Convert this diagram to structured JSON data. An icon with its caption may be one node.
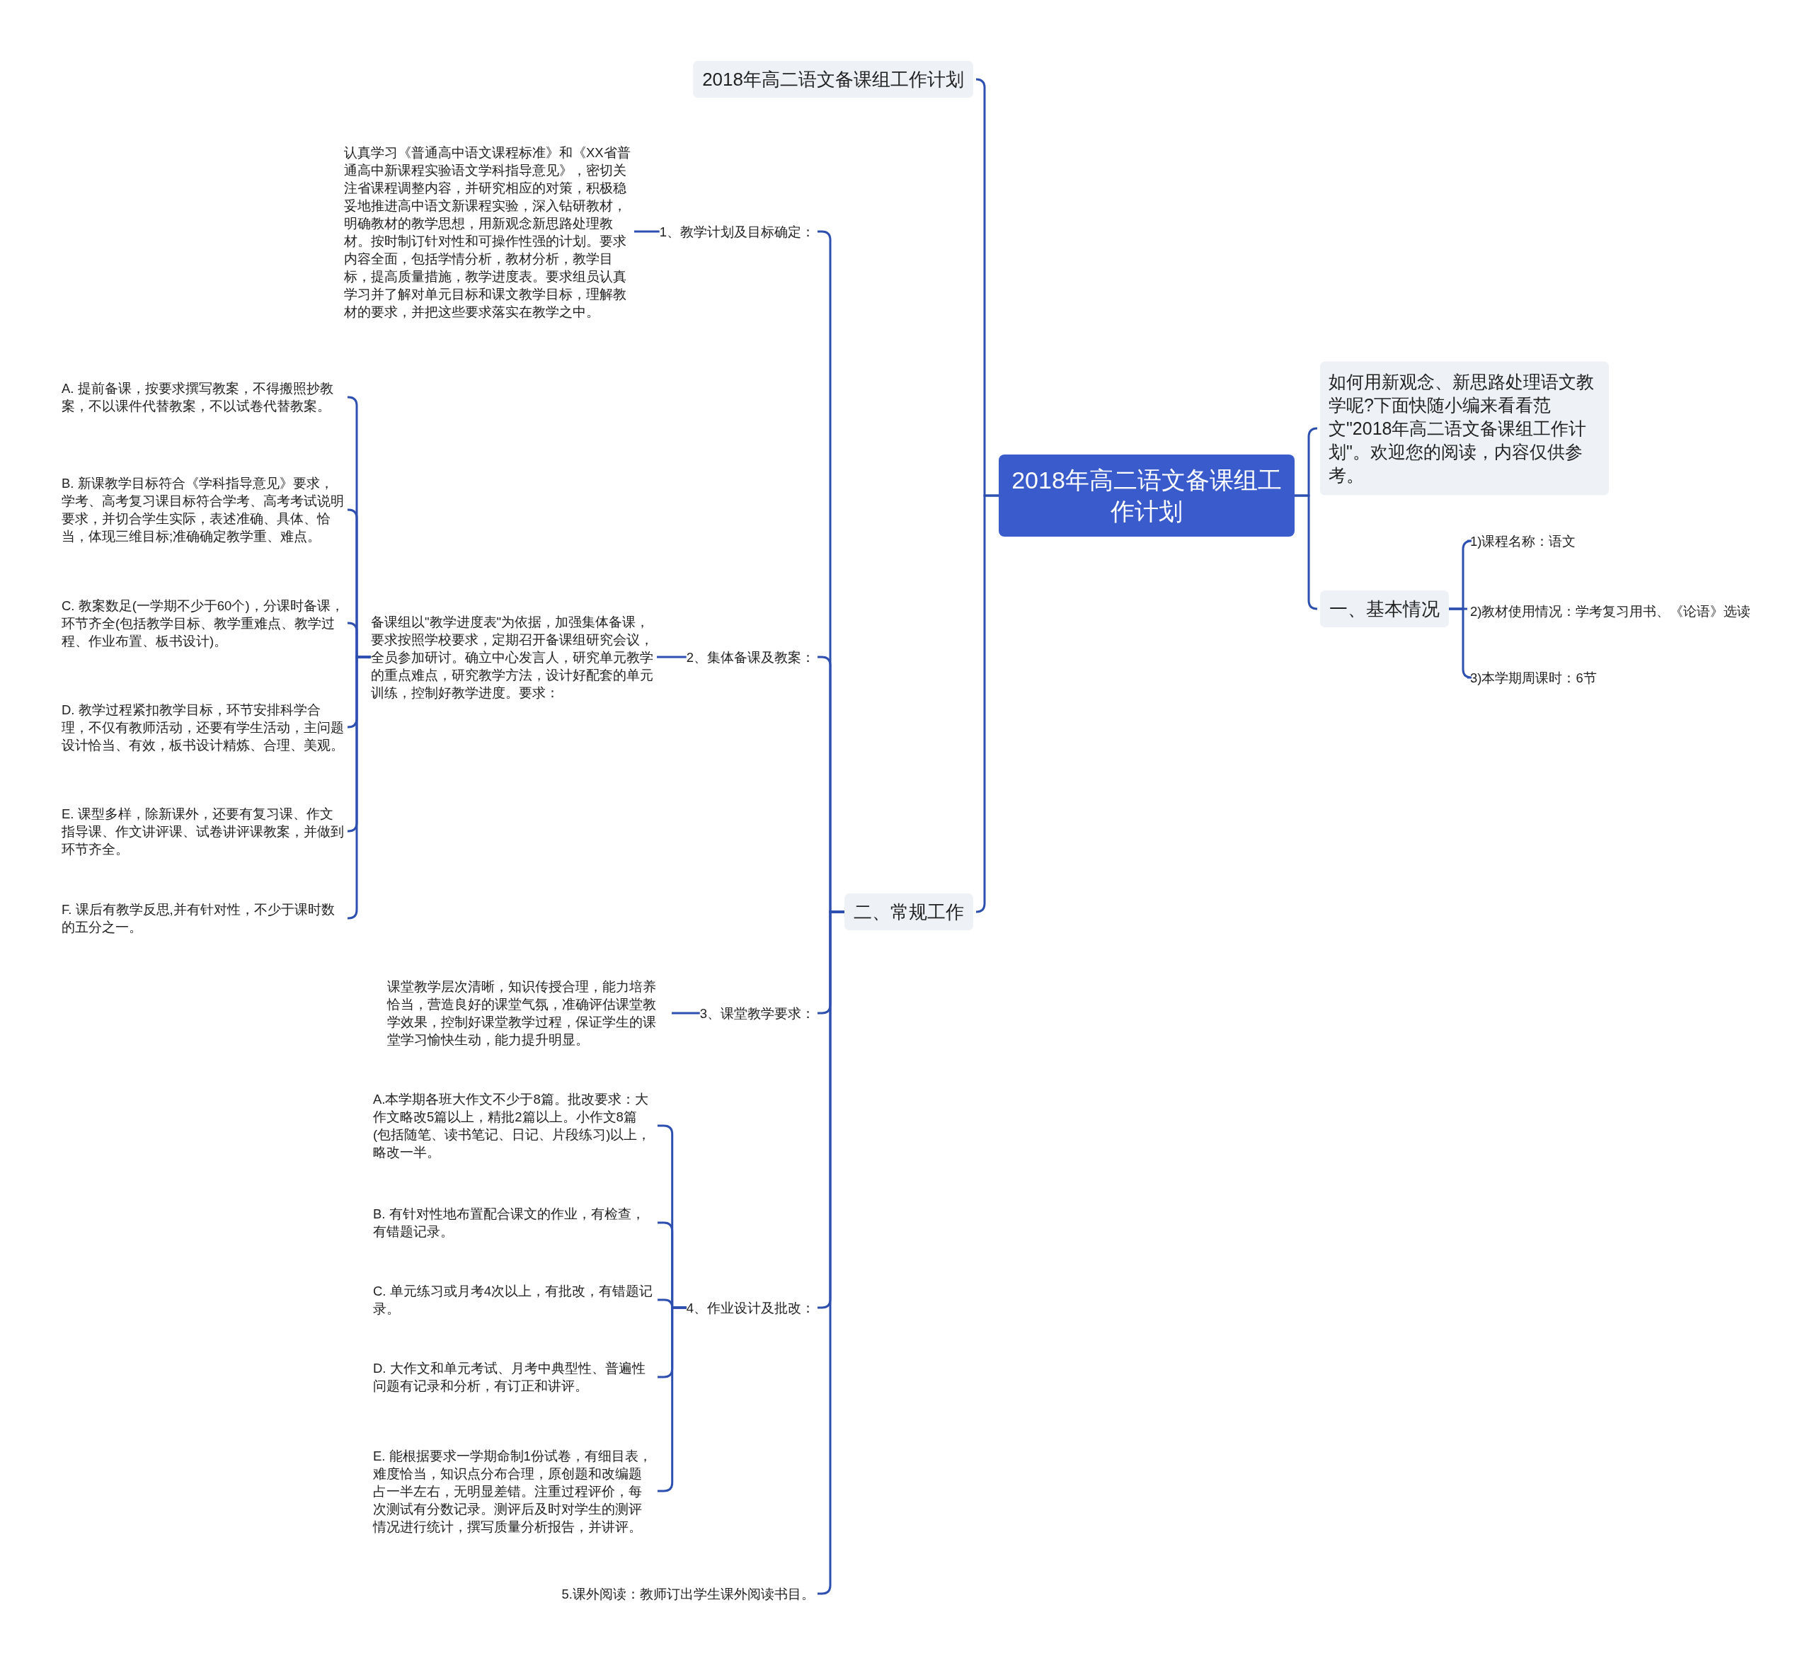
{
  "diagram": {
    "nodes": [
      {
        "text": [
          "2018年高二语文备课组工作计划"
        ]
      },
      {
        "text": [
          "2018年高二语文备课组工作计划"
        ]
      },
      {
        "text": [
          "二、常规工作"
        ]
      },
      {
        "text": [
          "如何用新观念、新思路处理语文教学呢?下面快随小编来看看范文\"2018年高二语文备课组工作计划\"。欢迎您的阅读，内容仅供参考。"
        ]
      },
      {
        "text": [
          "一、基本情况"
        ]
      },
      {
        "text": [
          "1)课程名称：语文"
        ]
      },
      {
        "text": [
          "2)教材使用情况：学考复习用书、《论语》选读"
        ]
      },
      {
        "text": [
          "3)本学期周课时：6节"
        ]
      },
      {
        "text": [
          "1、教学计划及目标确定："
        ]
      },
      {
        "text": [
          "认真学习《普通高中语文课程标准》和《XX省普通高中新课程实验语文学科指导意见》，密切关注省课程调整内容，并研究相应的对策，积极稳妥地推进高中语文新课程实验，深入钻研教材，明确教材的教学思想，用新观念新思路处理教材。按时制订针对性和可操作性强的计划。要求内容全面，包括学情分析，教材分析，教学目标，提高质量措施，教学进度表。要求组员认真学习并了解对单元目标和课文教学目标，理解教材的要求，并把这些要求落实在教学之中。"
        ]
      },
      {
        "text": [
          "2、集体备课及教案："
        ]
      },
      {
        "text": [
          "备课组以\"教学进度表\"为依据，加强集体备课，要求按照学校要求，定期召开备课组研究会议，全员参加研讨。确立中心发言人，研究单元教学的重点难点，研究教学方法，设计好配套的单元训练，控制好教学进度。要求："
        ]
      },
      {
        "text": [
          "A. 提前备课，按要求撰写教案，不得搬照抄教案，不以课件代替教案，不以试卷代替教案。"
        ]
      },
      {
        "text": [
          "B. 新课教学目标符合《学科指导意见》要求，学考、高考复习课目标符合学考、高考考试说明要求，并切合学生实际，表述准确、具体、恰当，体现三维目标;准确确定教学重、难点。"
        ]
      },
      {
        "text": [
          "C. 教案数足(一学期不少于60个)，分课时备课，环节齐全(包括教学目标、教学重难点、教学过程、作业布置、板书设计)。"
        ]
      },
      {
        "text": [
          "D. 教学过程紧扣教学目标，环节安排科学合理，不仅有教师活动，还要有学生活动，主问题设计恰当、有效，板书设计精炼、合理、美观。"
        ]
      },
      {
        "text": [
          "E. 课型多样，除新课外，还要有复习课、作文指导课、作文讲评课、试卷讲评课教案，并做到环节齐全。"
        ]
      },
      {
        "text": [
          "F. 课后有教学反思,并有针对性，不少于课时数的五分之一。"
        ]
      },
      {
        "text": [
          "3、课堂教学要求："
        ]
      },
      {
        "text": [
          "课堂教学层次清晰，知识传授合理，能力培养恰当，营造良好的课堂气氛，准确评估课堂教学效果，控制好课堂教学过程，保证学生的课堂学习愉快生动，能力提升明显。"
        ]
      },
      {
        "text": [
          "4、作业设计及批改："
        ]
      },
      {
        "text": [
          "A.本学期各班大作文不少于8篇。批改要求：大作文略改5篇以上，精批2篇以上。小作文8篇(包括随笔、读书笔记、日记、片段练习)以上，略改一半。"
        ]
      },
      {
        "text": [
          "B. 有针对性地布置配合课文的作业，有检查，有错题记录。"
        ]
      },
      {
        "text": [
          "C. 单元练习或月考4次以上，有批改，有错题记录。"
        ]
      },
      {
        "text": [
          "D. 大作文和单元考试、月考中典型性、普遍性问题有记录和分析，有订正和讲评。"
        ]
      },
      {
        "text": [
          "E. 能根据要求一学期命制1份试卷，有细目表，难度恰当，知识点分布合理，原创题和改编题占一半左右，无明显差错。注重过程评价，每次测试有分数记录。测评后及时对学生的测评情况进行统计，撰写质量分析报告，并讲评。"
        ]
      },
      {
        "text": [
          "5.课外阅读：教师订出学生课外阅读书目。"
        ]
      }
    ],
    "edges": [
      {
        "from": 0,
        "to": 1,
        "arrow": "none"
      },
      {
        "from": 0,
        "to": 2,
        "arrow": "none"
      },
      {
        "from": 0,
        "to": 3,
        "arrow": "none"
      },
      {
        "from": 0,
        "to": 4,
        "arrow": "none"
      },
      {
        "from": 4,
        "to": 5,
        "arrow": "none"
      },
      {
        "from": 4,
        "to": 6,
        "arrow": "none"
      },
      {
        "from": 4,
        "to": 7,
        "arrow": "none"
      },
      {
        "from": 2,
        "to": 8,
        "arrow": "none"
      },
      {
        "from": 8,
        "to": 9,
        "arrow": "none"
      },
      {
        "from": 2,
        "to": 10,
        "arrow": "none"
      },
      {
        "from": 10,
        "to": 11,
        "arrow": "none"
      },
      {
        "from": 11,
        "to": 12,
        "arrow": "none"
      },
      {
        "from": 11,
        "to": 13,
        "arrow": "none"
      },
      {
        "from": 11,
        "to": 14,
        "arrow": "none"
      },
      {
        "from": 11,
        "to": 15,
        "arrow": "none"
      },
      {
        "from": 11,
        "to": 16,
        "arrow": "none"
      },
      {
        "from": 11,
        "to": 17,
        "arrow": "none"
      },
      {
        "from": 2,
        "to": 18,
        "arrow": "none"
      },
      {
        "from": 18,
        "to": 19,
        "arrow": "none"
      },
      {
        "from": 2,
        "to": 20,
        "arrow": "none"
      },
      {
        "from": 20,
        "to": 21,
        "arrow": "none"
      },
      {
        "from": 20,
        "to": 22,
        "arrow": "none"
      },
      {
        "from": 20,
        "to": 23,
        "arrow": "none"
      },
      {
        "from": 20,
        "to": 24,
        "arrow": "none"
      },
      {
        "from": 20,
        "to": 25,
        "arrow": "none"
      },
      {
        "from": 2,
        "to": 26,
        "arrow": "none"
      }
    ]
  }
}
